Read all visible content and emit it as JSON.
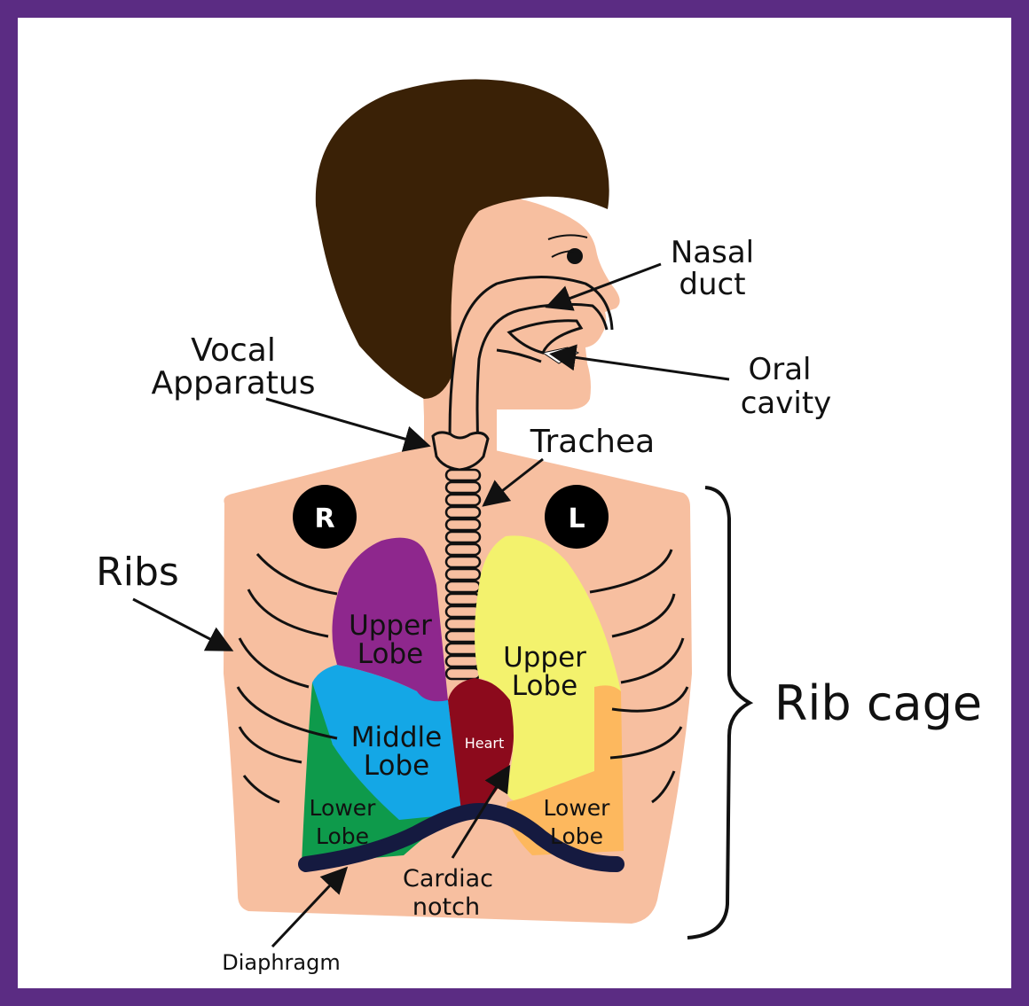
{
  "colors": {
    "border": "#5b2c83",
    "skin": "#f7bfa0",
    "hair": "#3a2106",
    "upper_right_lobe": "#8e278d",
    "middle_lobe": "#14a7e6",
    "lower_right_lobe": "#0e9a4b",
    "upper_left_lobe": "#f3f26d",
    "lower_left_lobe": "#fdb85e",
    "heart": "#8c0a1c",
    "diaphragm": "#151a40",
    "marker": "#000000"
  },
  "labels": {
    "nasal_duct": [
      "Nasal",
      "duct"
    ],
    "oral_cavity": [
      "Oral",
      "cavity"
    ],
    "vocal_apparatus": [
      "Vocal",
      "Apparatus"
    ],
    "trachea": "Trachea",
    "ribs": "Ribs",
    "rib_cage": "Rib cage",
    "right_marker": "R",
    "left_marker": "L",
    "upper_lobe_right": [
      "Upper",
      "Lobe"
    ],
    "upper_lobe_left": [
      "Upper",
      "Lobe"
    ],
    "middle_lobe": [
      "Middle",
      "Lobe"
    ],
    "lower_lobe_right": [
      "Lower",
      "Lobe"
    ],
    "lower_lobe_left": [
      "Lower",
      "Lobe"
    ],
    "heart": "Heart",
    "cardiac_notch": [
      "Cardiac",
      "notch"
    ],
    "diaphragm": "Diaphragm"
  }
}
